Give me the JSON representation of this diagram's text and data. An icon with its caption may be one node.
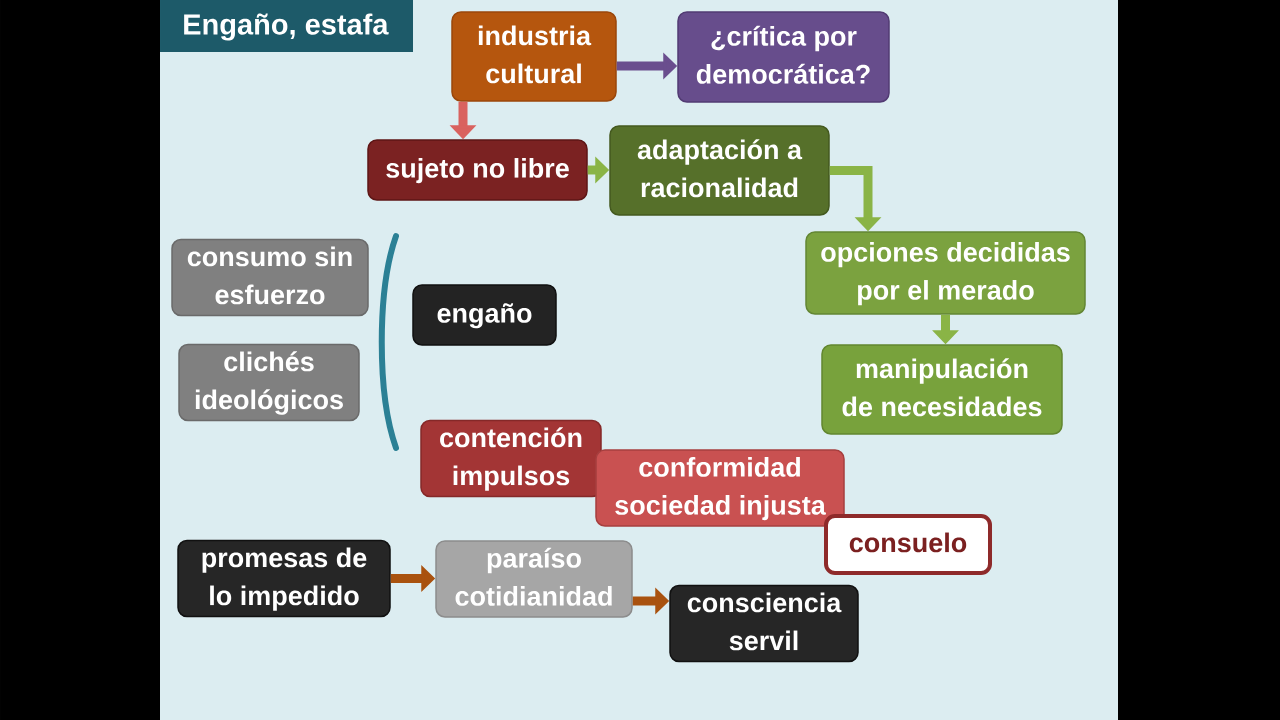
{
  "diagram": {
    "title": "Engaño, estafa",
    "nodes": [
      {
        "text": [
          "industria cultural"
        ]
      },
      {
        "text": [
          "¿crítica por democrática?"
        ]
      },
      {
        "text": [
          "sujeto no libre"
        ]
      },
      {
        "text": [
          "adaptación a racionalidad"
        ]
      },
      {
        "text": [
          "opciones decididas por el merado"
        ]
      },
      {
        "text": [
          "manipulación de necesidades"
        ]
      },
      {
        "text": [
          "consumo sin esfuerzo"
        ]
      },
      {
        "text": [
          "clichés ideológicos"
        ]
      },
      {
        "text": [
          "engaño"
        ]
      },
      {
        "text": [
          "contención impulsos"
        ]
      },
      {
        "text": [
          "conformidad sociedad injusta"
        ]
      },
      {
        "text": [
          "consuelo"
        ]
      },
      {
        "text": [
          "promesas de lo impedido"
        ]
      },
      {
        "text": [
          "paraíso cotidianidad"
        ]
      },
      {
        "text": [
          "consciencia servil"
        ]
      }
    ],
    "edges": [
      {
        "from": 0,
        "to": 1,
        "arrow": "to",
        "color": "#6a4e8e"
      },
      {
        "from": 0,
        "to": 2,
        "arrow": "to",
        "color": "#d9625f"
      },
      {
        "from": 2,
        "to": 3,
        "arrow": "to"
      },
      {
        "from": 3,
        "to": 4,
        "arrow": "to"
      },
      {
        "from": 4,
        "to": 5,
        "arrow": "to"
      },
      {
        "from": 12,
        "to": 13,
        "arrow": "to",
        "color": "#a9520f"
      },
      {
        "from": 13,
        "to": 14,
        "arrow": "to",
        "color": "#a9520f"
      }
    ]
  }
}
